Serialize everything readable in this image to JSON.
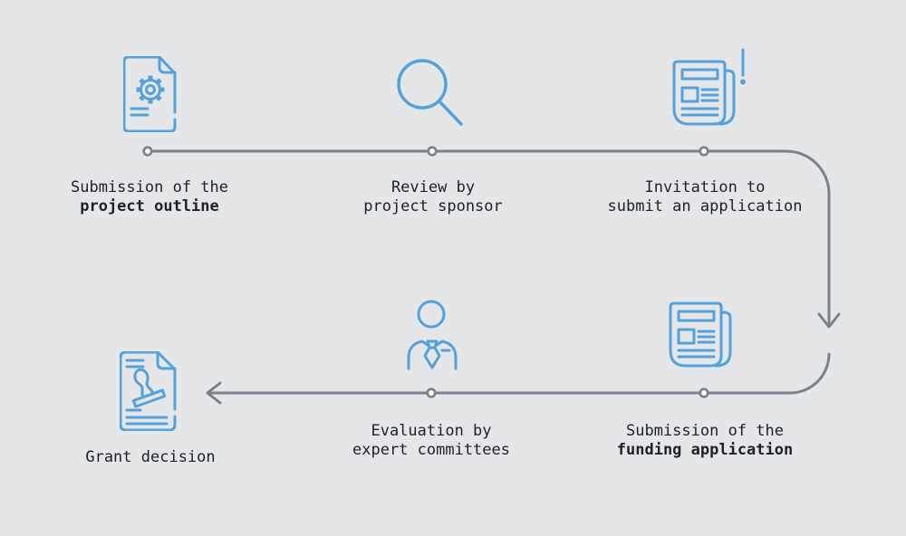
{
  "theme": {
    "bg_color": "#e5e6e8",
    "line_color": "#79828b",
    "icon_color": "#54a2dc",
    "text_color": "#1d2126",
    "node_fill": "#fcfcfd"
  },
  "diagram": {
    "type": "process-flow",
    "steps": [
      {
        "icon": "document-gear-icon",
        "label_line1": "Submission of the",
        "label_line2": "project outline",
        "line2_bold": true
      },
      {
        "icon": "magnifier-icon",
        "label_line1": "Review by",
        "label_line2": "project sponsor",
        "line2_bold": false
      },
      {
        "icon": "newspaper-alert-icon",
        "label_line1": "Invitation to",
        "label_line2": "submit an application",
        "line2_bold": false
      },
      {
        "icon": "newspaper-icon",
        "label_line1": "Submission of the",
        "label_line2": "funding application",
        "line2_bold": true
      },
      {
        "icon": "person-icon",
        "label_line1": "Evaluation by",
        "label_line2": "expert committees",
        "line2_bold": false
      },
      {
        "icon": "document-stamp-icon",
        "label_line1": "Grant decision",
        "label_line2": "",
        "line2_bold": false
      }
    ]
  }
}
